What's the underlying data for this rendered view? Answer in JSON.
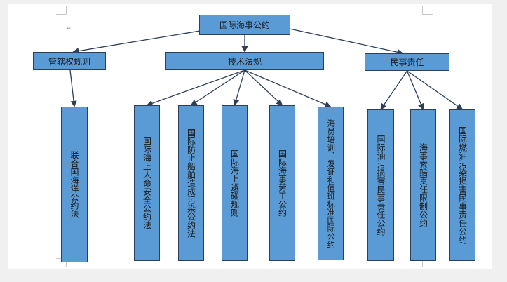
{
  "diagram": {
    "root": {
      "label": "国际海事公约"
    },
    "categories": [
      {
        "id": "cat-jurisdiction",
        "label": "管辖权规则"
      },
      {
        "id": "cat-technical",
        "label": "技术法规"
      },
      {
        "id": "cat-civil",
        "label": "民事责任"
      }
    ],
    "leaves": [
      {
        "parent": 0,
        "label": "联合国海洋公约法"
      },
      {
        "parent": 1,
        "label": "国际海上人命安全公约法"
      },
      {
        "parent": 1,
        "label": "国际防止船舶造成污染公约法"
      },
      {
        "parent": 1,
        "label": "国际海上避碰规则"
      },
      {
        "parent": 1,
        "label": "国际海事劳工公约"
      },
      {
        "parent": 1,
        "label": "海员培训、发证和值班标准国际公约"
      },
      {
        "parent": 2,
        "label": "国际油污损害民事责任公约"
      },
      {
        "parent": 2,
        "label": "海事索赔责任限制公约"
      },
      {
        "parent": 2,
        "label": "国际燃油污染损害民事责任公约"
      }
    ]
  },
  "colors": {
    "box_fill": "#5b9bd5",
    "box_border": "#2e3f5a",
    "connector": "#2e3f5a"
  }
}
